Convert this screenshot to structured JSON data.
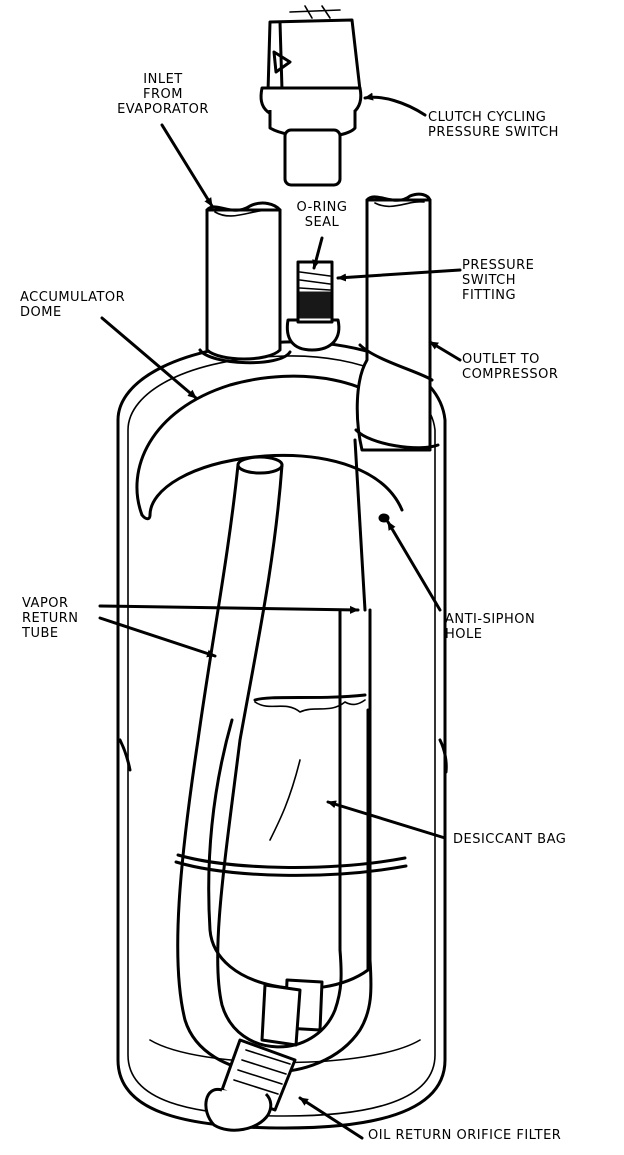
{
  "labels": {
    "inlet": "INLET\nFROM\nEVAPORATOR",
    "clutch_switch": "CLUTCH CYCLING\nPRESSURE SWITCH",
    "o_ring": "O-RING\nSEAL",
    "pressure_fitting": "PRESSURE\nSWITCH\nFITTING",
    "accumulator_dome": "ACCUMULATOR\nDOME",
    "outlet": "OUTLET TO\nCOMPRESSOR",
    "vapor_return": "VAPOR\nRETURN\nTUBE",
    "anti_siphon": "ANTI-SIPHON\nHOLE",
    "desiccant": "DESICCANT BAG",
    "oil_filter": "OIL RETURN ORIFICE FILTER"
  }
}
